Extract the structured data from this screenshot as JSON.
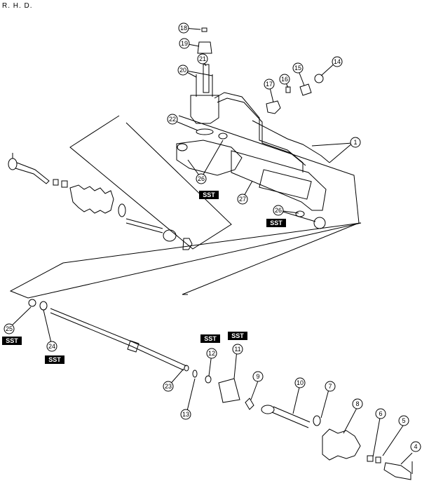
{
  "header": {
    "label": "R. H. D."
  },
  "sst_label": "SST",
  "callouts": {
    "c1": "1",
    "c4": "4",
    "c5": "5",
    "c6": "6",
    "c7": "7",
    "c8": "8",
    "c9": "9",
    "c10": "10",
    "c11": "11",
    "c12": "12",
    "c13": "13",
    "c14": "14",
    "c15": "15",
    "c16": "16",
    "c17": "17",
    "c18": "18",
    "c19": "19",
    "c20": "20",
    "c21": "21",
    "c22": "22",
    "c23": "23",
    "c24": "24",
    "c25": "25",
    "c26a": "26",
    "c26b": "26",
    "c27": "27"
  }
}
